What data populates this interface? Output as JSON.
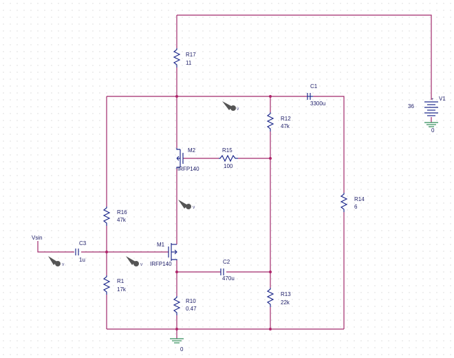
{
  "components": {
    "r17": {
      "name": "R17",
      "value": "11"
    },
    "r12": {
      "name": "R12",
      "value": "47k"
    },
    "r15": {
      "name": "R15",
      "value": "100"
    },
    "r14": {
      "name": "R14",
      "value": "6"
    },
    "r16": {
      "name": "R16",
      "value": "47k"
    },
    "r1": {
      "name": "R1",
      "value": "17k"
    },
    "r10": {
      "name": "R10",
      "value": "0.47"
    },
    "r13": {
      "name": "R13",
      "value": "22k"
    },
    "c1": {
      "name": "C1",
      "value": "3300u"
    },
    "c2": {
      "name": "C2",
      "value": "470u"
    },
    "c3": {
      "name": "C3",
      "value": "1u"
    },
    "m1": {
      "name": "M1",
      "model": "IRFP140"
    },
    "m2": {
      "name": "M2",
      "model": "IRFP140"
    },
    "v1": {
      "name": "V1",
      "value": "36"
    }
  },
  "nets": {
    "vsin": "Vsin",
    "ground_v1": "0",
    "ground_main": "0"
  },
  "probes": {
    "label": "V"
  },
  "colors": {
    "wire": "#a0286a",
    "component": "#1f2a8c",
    "ground": "#2e8b57",
    "probe": "#555555",
    "label": "#1a1a66"
  }
}
